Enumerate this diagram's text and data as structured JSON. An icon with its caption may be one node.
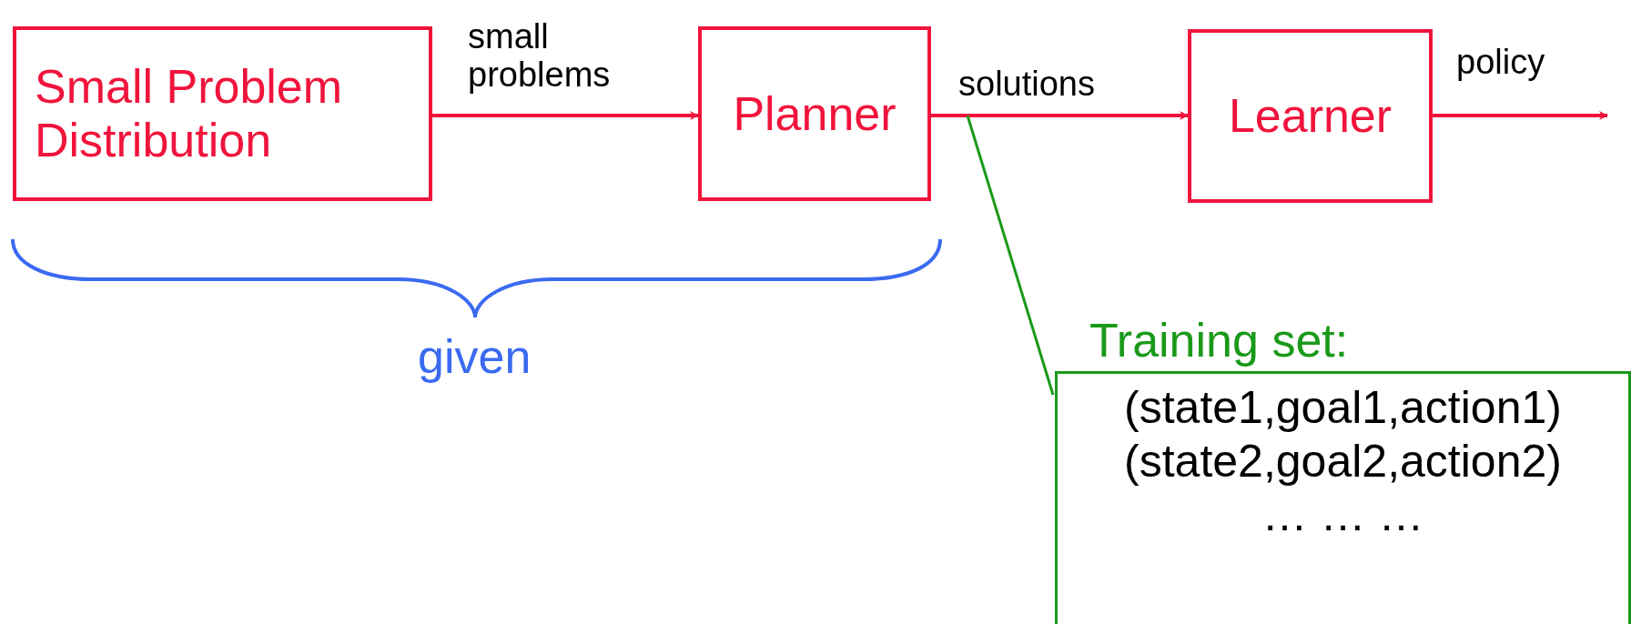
{
  "diagram": {
    "nodes": [
      {
        "text": [
          "Small Problem Distribution"
        ]
      },
      {
        "text": [
          "Planner"
        ]
      },
      {
        "text": [
          "Learner"
        ]
      },
      {
        "text": [
          "Training set:",
          "(state1,goal1,action1)",
          "(state2,goal2,action2)",
          "… … …"
        ]
      }
    ],
    "edges": [
      {
        "from": 0,
        "to": 1,
        "arrow": "to",
        "label": "small problems"
      },
      {
        "from": 1,
        "to": 2,
        "arrow": "to",
        "label": "solutions"
      },
      {
        "from": 2,
        "to": null,
        "arrow": "to",
        "label": "policy"
      },
      {
        "from": 3,
        "to": null,
        "arrow": "none",
        "color": "#1a9a1a"
      }
    ],
    "labels": [
      "given"
    ]
  }
}
